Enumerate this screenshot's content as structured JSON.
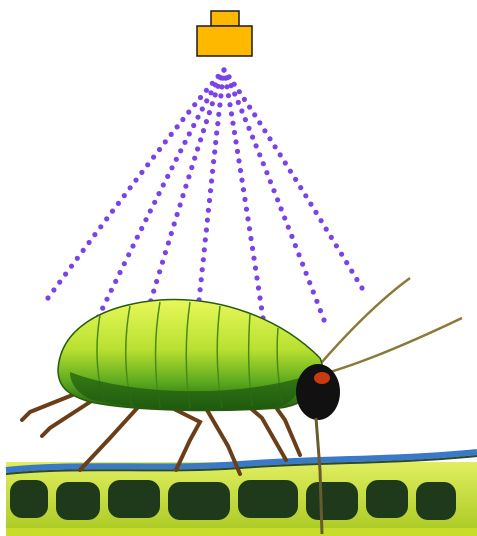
{
  "colors": {
    "emitter": "#FFB800",
    "emitter_stroke": "#1a1a1a",
    "beam_dots": "#7B42E8",
    "aphid_body_light": "#D4F03A",
    "aphid_body_dark": "#2E7A12",
    "aphid_head": "#111111",
    "leaf_green": "#C8DC2A",
    "leaf_cells": "#1E3A1A",
    "leaf_surface": "#3A78C8",
    "legs": "#7A4A1C"
  },
  "icons": {
    "emitter": "spray-nozzle-icon",
    "beams": "dotted-spray-beams",
    "insect": "aphid-illustration",
    "leaf": "leaf-cross-section"
  }
}
